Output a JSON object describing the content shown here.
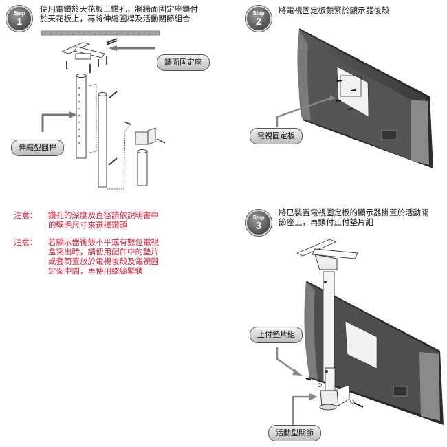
{
  "steps": [
    {
      "badge_word": "Step",
      "badge_num": "1",
      "instruction_line1": "使用電鑽於天花板上鑽孔，將牆面固定座鎖付",
      "instruction_line2": "於天花板上，再將伸縮圓桿及活動關節組合",
      "callouts": [
        "牆面固定座",
        "伸縮型圓桿"
      ]
    },
    {
      "badge_word": "Step",
      "badge_num": "2",
      "instruction_line1": "將電視固定板鎖緊於顯示器後殼",
      "callouts": [
        "電視固定板"
      ]
    },
    {
      "badge_word": "Step",
      "badge_num": "3",
      "instruction_line1": "將已裝置電視固定板的顯示器掛置於活動關",
      "instruction_line2": "節座上，再鎖付止付墊片組",
      "callouts": [
        "止付墊片組",
        "活動型關節"
      ]
    }
  ],
  "notes": [
    {
      "label": "注意：",
      "lines": [
        "鑽孔的深度及直徑請依說明書中",
        "的壁虎尺寸來選擇鑽頭"
      ]
    },
    {
      "label": "注意：",
      "lines": [
        "若顯示器後殼不平或有數位電視",
        "盒突出時，請使用配件中的墊片",
        "或套筒置放於電視後殼及電視固",
        "定架中間，再使用螺絲緊鎖"
      ]
    }
  ],
  "colors": {
    "note_red": "#e0203a",
    "badge_gray": "#6a6a6a",
    "tv_dark": "#4a4a4a"
  },
  "icons": [
    "step-badge-icon",
    "ceiling-icon",
    "arrow-icon"
  ]
}
